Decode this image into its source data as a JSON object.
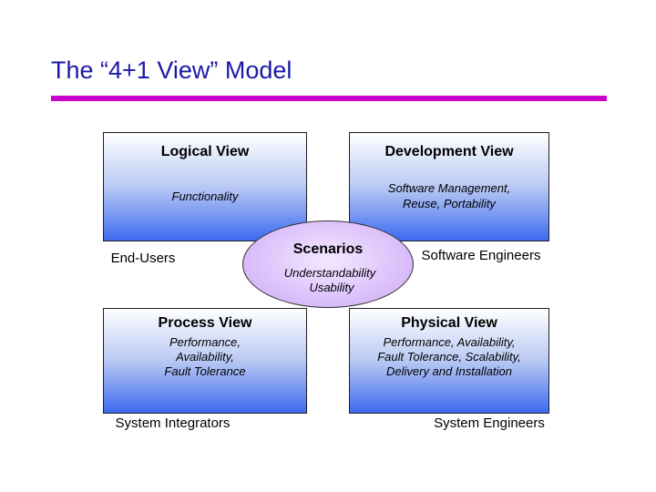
{
  "title": "The “4+1 View” Model",
  "views": {
    "logical": {
      "heading": "Logical View",
      "description": "Functionality",
      "stakeholder": "End-Users"
    },
    "development": {
      "heading": "Development View",
      "description": [
        "Software Management,",
        "Reuse, Portability"
      ],
      "stakeholder": "Software Engineers"
    },
    "process": {
      "heading": "Process View",
      "description": [
        "Performance,",
        "Availability,",
        "Fault Tolerance"
      ],
      "stakeholder": "System Integrators"
    },
    "physical": {
      "heading": "Physical View",
      "description": [
        "Performance, Availability,",
        "Fault Tolerance, Scalability,",
        "Delivery and Installation"
      ],
      "stakeholder": "System Engineers"
    }
  },
  "scenarios": {
    "heading": "Scenarios",
    "description": [
      "Understandability",
      "Usability"
    ]
  },
  "colors": {
    "title": "#1a1aa6",
    "rule": "#cc00cc",
    "box_bottom": "#3d6bf0",
    "ellipse": "#dcc1fa"
  }
}
